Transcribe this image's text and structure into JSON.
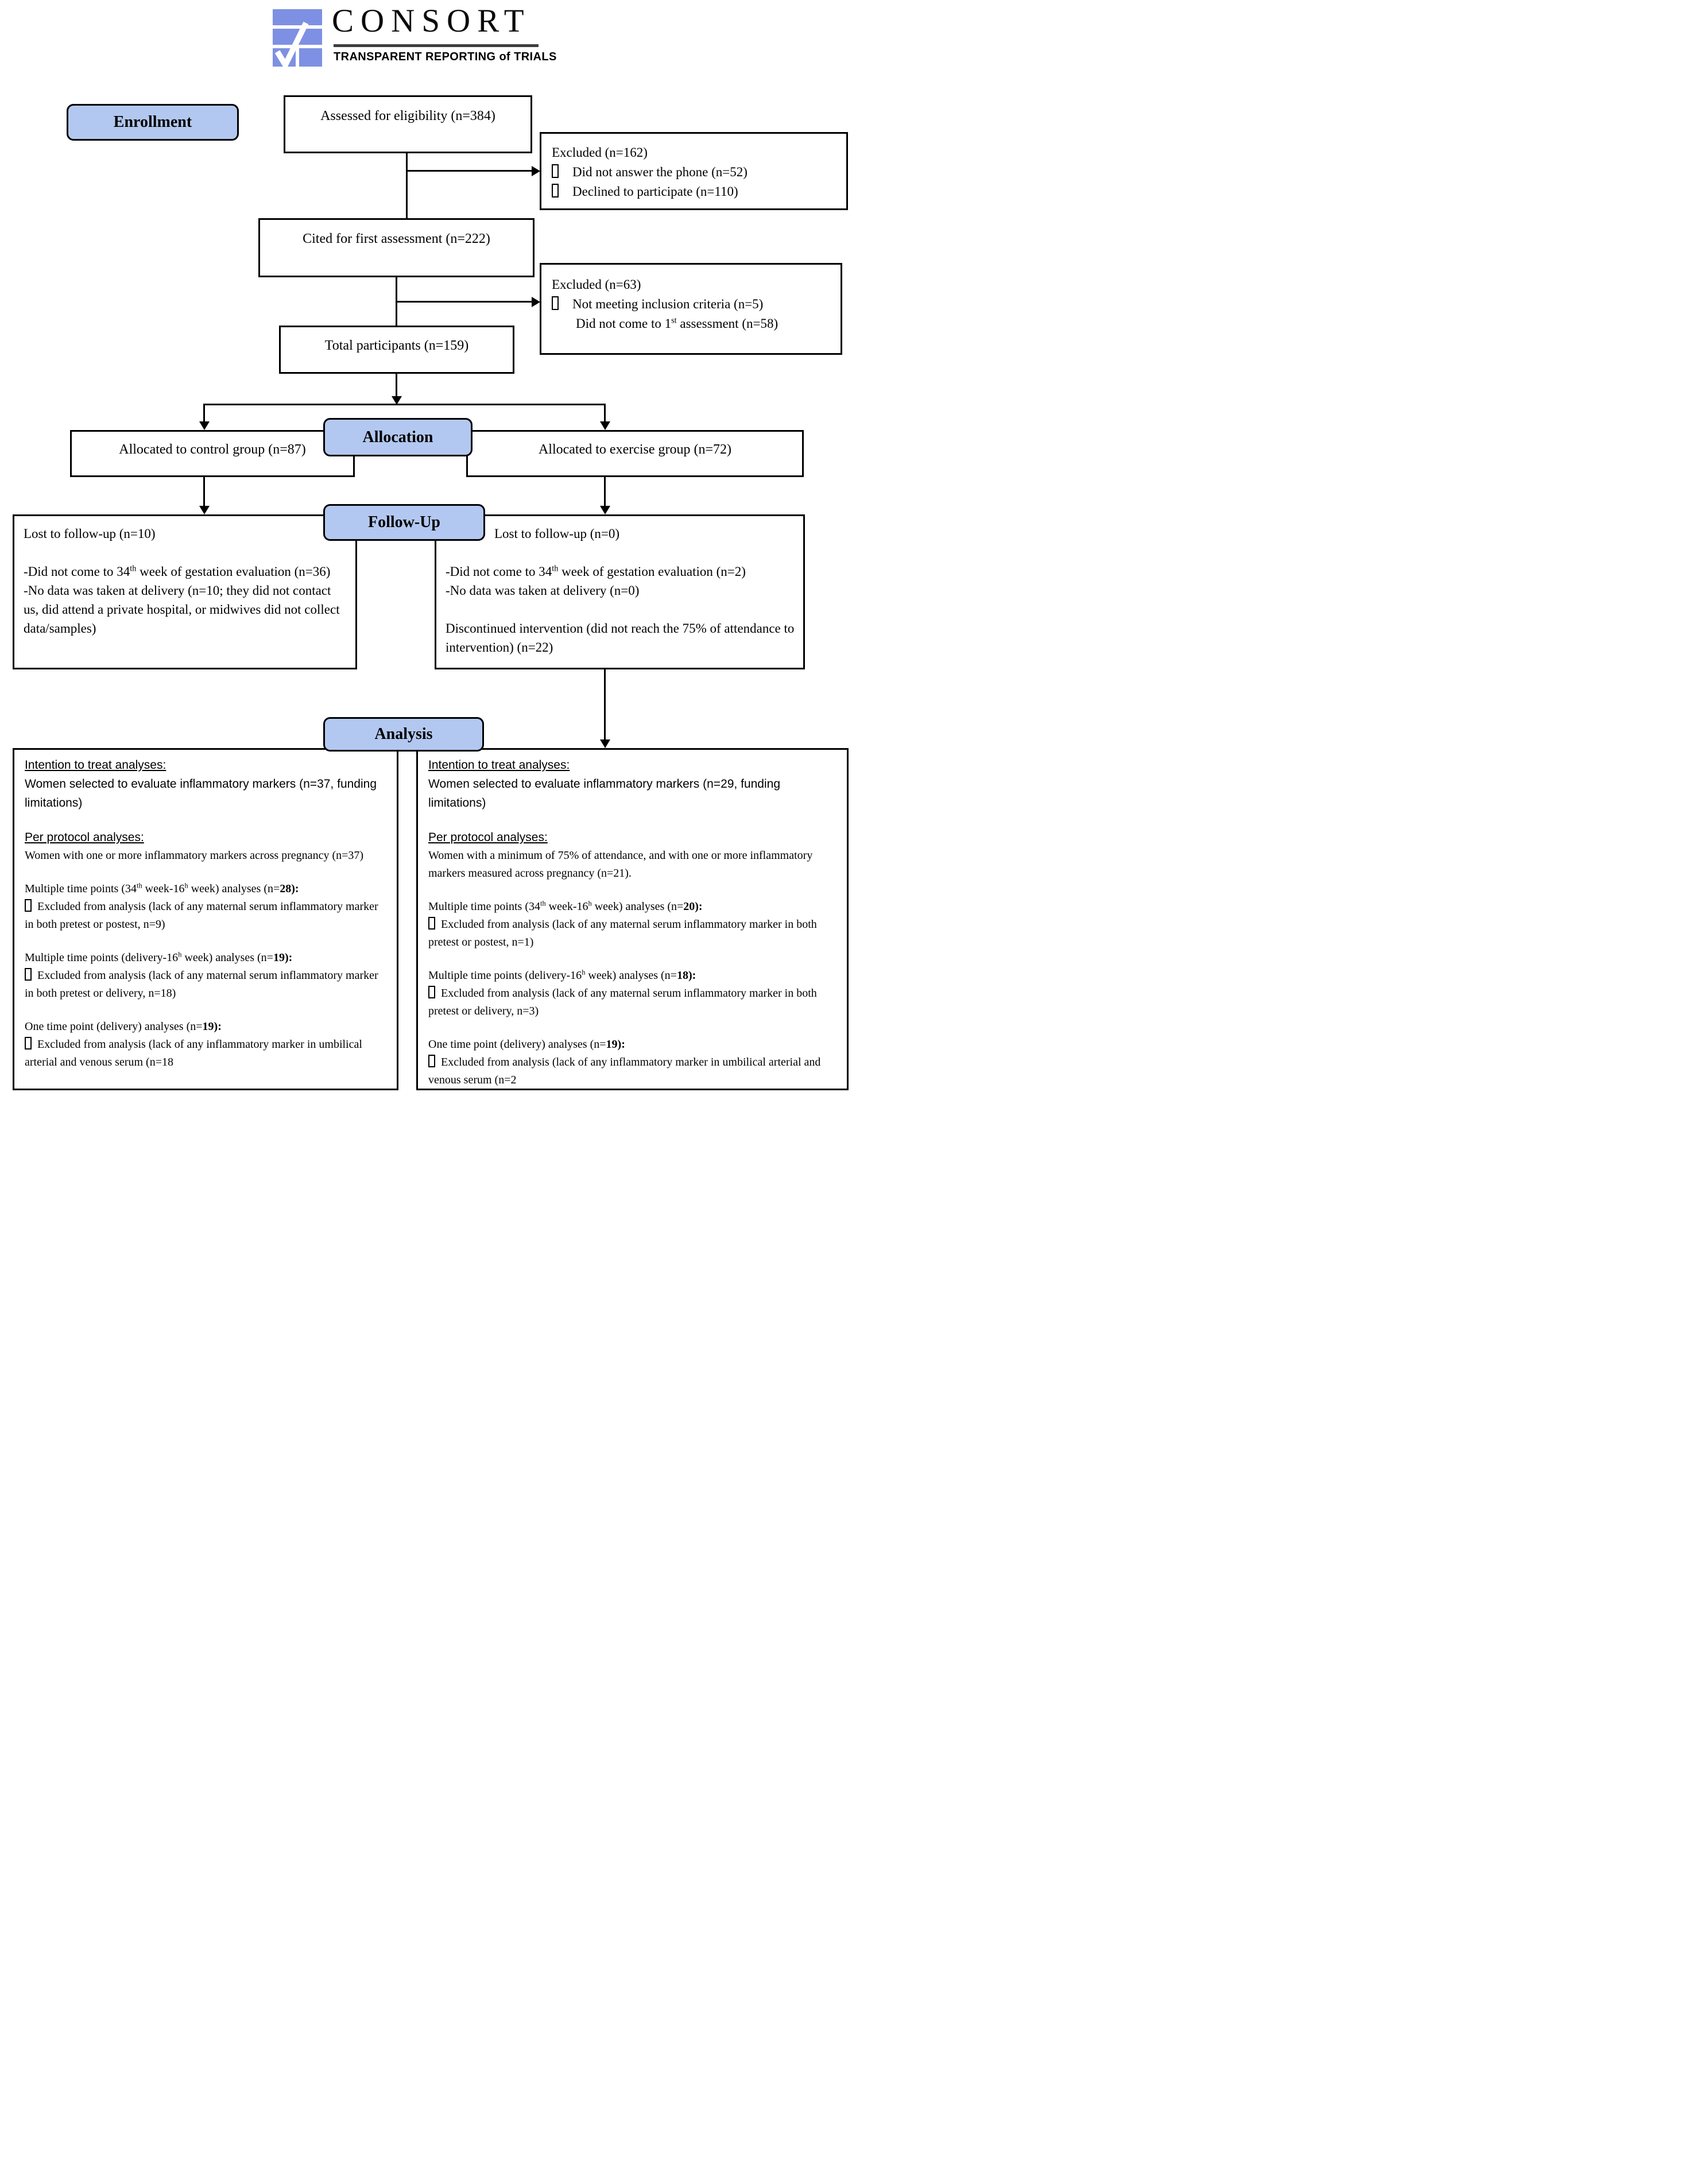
{
  "logo": {
    "title": "CONSORT",
    "subtitle": "TRANSPARENT REPORTING of TRIALS"
  },
  "colors": {
    "stage_fill": "#b3c8f0",
    "logo_blue": "#7e90e3",
    "underline": "#3d3d3d",
    "border": "#000000"
  },
  "stages": {
    "enrollment": "Enrollment",
    "allocation": "Allocation",
    "followup": "Follow-Up",
    "analysis": "Analysis"
  },
  "boxes": {
    "assessed": "Assessed for eligibility (n=384)",
    "cited": "Cited for first assessment (n=222)",
    "total": "Total participants (n=159)",
    "allocated_control": "Allocated to control group (n=87)",
    "allocated_exercise": "Allocated to exercise group (n=72)",
    "excluded_phone": [
      {
        "segs": [
          {
            "t": "Excluded (n=162)"
          }
        ]
      },
      {
        "segs": [
          {
            "box": true
          },
          {
            "t": "Did not answer the phone (n=52)"
          }
        ]
      },
      {
        "segs": [
          {
            "box": true
          },
          {
            "t": "Declined to participate (n=110)"
          }
        ]
      }
    ],
    "excluded_first": [
      {
        "segs": [
          {
            "t": "Excluded (n=63)"
          }
        ]
      },
      {
        "segs": [
          {
            "box": true
          },
          {
            "t": "Not meeting inclusion criteria (n=5)"
          }
        ]
      },
      {
        "style": "ind2",
        "segs": [
          {
            "t": "Did not come to 1"
          },
          {
            "sup": "st"
          },
          {
            "t": " assessment (n=58)"
          }
        ]
      }
    ],
    "followup_control": [
      {
        "segs": [
          {
            "t": "Lost to follow-up (n=10)"
          }
        ]
      },
      {
        "gap": true
      },
      {
        "segs": [
          {
            "t": "-Did not come to 34"
          },
          {
            "sup": "th"
          },
          {
            "t": " week of gestation evaluation (n=36)"
          }
        ]
      },
      {
        "segs": [
          {
            "t": "-No data was taken at delivery (n=10; they did not contact us, did attend a private hospital, or midwives did not collect data/samples)"
          }
        ]
      }
    ],
    "followup_exercise": [
      {
        "style": "ind",
        "segs": [
          {
            "t": "Lost to follow-up (n=0)"
          }
        ]
      },
      {
        "gap": true
      },
      {
        "segs": [
          {
            "t": "-Did not come to 34"
          },
          {
            "sup": "th"
          },
          {
            "t": " week of gestation evaluation (n=2)"
          }
        ]
      },
      {
        "segs": [
          {
            "t": "-No data was taken at delivery (n=0)"
          }
        ]
      },
      {
        "gap": true
      },
      {
        "segs": [
          {
            "t": "Discontinued intervention (did not reach the 75% of attendance to intervention) (n=22)"
          }
        ]
      }
    ],
    "analysis_control": [
      {
        "style": "sans-u",
        "segs": [
          {
            "t": "Intention to treat analyses:"
          }
        ]
      },
      {
        "style": "sans",
        "segs": [
          {
            "t": "Women selected to evaluate inflammatory markers (n=37, funding limitations)"
          }
        ]
      },
      {
        "gap": true
      },
      {
        "style": "sans-u",
        "segs": [
          {
            "t": "Per protocol analyses:"
          }
        ]
      },
      {
        "segs": [
          {
            "t": "Women with one or more inflammatory markers across pregnancy (n=37)"
          }
        ]
      },
      {
        "gap": true
      },
      {
        "segs": [
          {
            "t": "Multiple time points (34"
          },
          {
            "sup": "th"
          },
          {
            "t": " week-16"
          },
          {
            "sup": "h"
          },
          {
            "t": " week) analyses (n="
          },
          {
            "b": "28):"
          }
        ]
      },
      {
        "segs": [
          {
            "box": true
          },
          {
            "t": "Excluded from analysis (lack of any maternal serum inflammatory marker in both pretest or postest, n=9)"
          }
        ]
      },
      {
        "gap": true
      },
      {
        "segs": [
          {
            "t": "Multiple time points (delivery-16"
          },
          {
            "sup": "h"
          },
          {
            "t": " week) analyses (n="
          },
          {
            "b": "19):"
          }
        ]
      },
      {
        "segs": [
          {
            "box": true
          },
          {
            "t": "Excluded from analysis (lack of any maternal serum inflammatory marker in both pretest or delivery, n=18)"
          }
        ]
      },
      {
        "gap": true
      },
      {
        "segs": [
          {
            "t": "One time point (delivery) analyses (n="
          },
          {
            "b": "19):"
          }
        ]
      },
      {
        "segs": [
          {
            "box": true
          },
          {
            "t": "Excluded from analysis (lack of any inflammatory marker in umbilical arterial and venous serum (n=18"
          }
        ]
      }
    ],
    "analysis_exercise": [
      {
        "style": "sans-u",
        "segs": [
          {
            "t": "Intention to treat analyses:"
          }
        ]
      },
      {
        "style": "sans",
        "segs": [
          {
            "t": "Women selected to evaluate inflammatory markers (n=29, funding limitations)"
          }
        ]
      },
      {
        "gap": true
      },
      {
        "style": "sans-u",
        "segs": [
          {
            "t": "Per protocol analyses:"
          }
        ]
      },
      {
        "segs": [
          {
            "t": "Women with a minimum of 75% of attendance, and with one or more inflammatory markers measured across pregnancy (n=21)."
          }
        ]
      },
      {
        "gap": true
      },
      {
        "segs": [
          {
            "t": "Multiple time points (34"
          },
          {
            "sup": "th"
          },
          {
            "t": " week-16"
          },
          {
            "sup": "h"
          },
          {
            "t": " week) analyses (n="
          },
          {
            "b": "20):"
          }
        ]
      },
      {
        "segs": [
          {
            "box": true
          },
          {
            "t": "Excluded from analysis (lack of any maternal serum inflammatory marker in both pretest or postest, n=1)"
          }
        ]
      },
      {
        "gap": true
      },
      {
        "segs": [
          {
            "t": "Multiple time points (delivery-16"
          },
          {
            "sup": "h"
          },
          {
            "t": " week) analyses (n="
          },
          {
            "b": "18):"
          }
        ]
      },
      {
        "segs": [
          {
            "box": true
          },
          {
            "t": "Excluded from analysis (lack of any maternal serum inflammatory marker in both pretest or delivery, n=3)"
          }
        ]
      },
      {
        "gap": true
      },
      {
        "segs": [
          {
            "t": "One time point (delivery) analyses (n="
          },
          {
            "b": "19):"
          }
        ]
      },
      {
        "segs": [
          {
            "box": true
          },
          {
            "t": "Excluded from analysis (lack of any inflammatory marker in umbilical arterial and venous serum (n=2"
          }
        ]
      }
    ]
  }
}
